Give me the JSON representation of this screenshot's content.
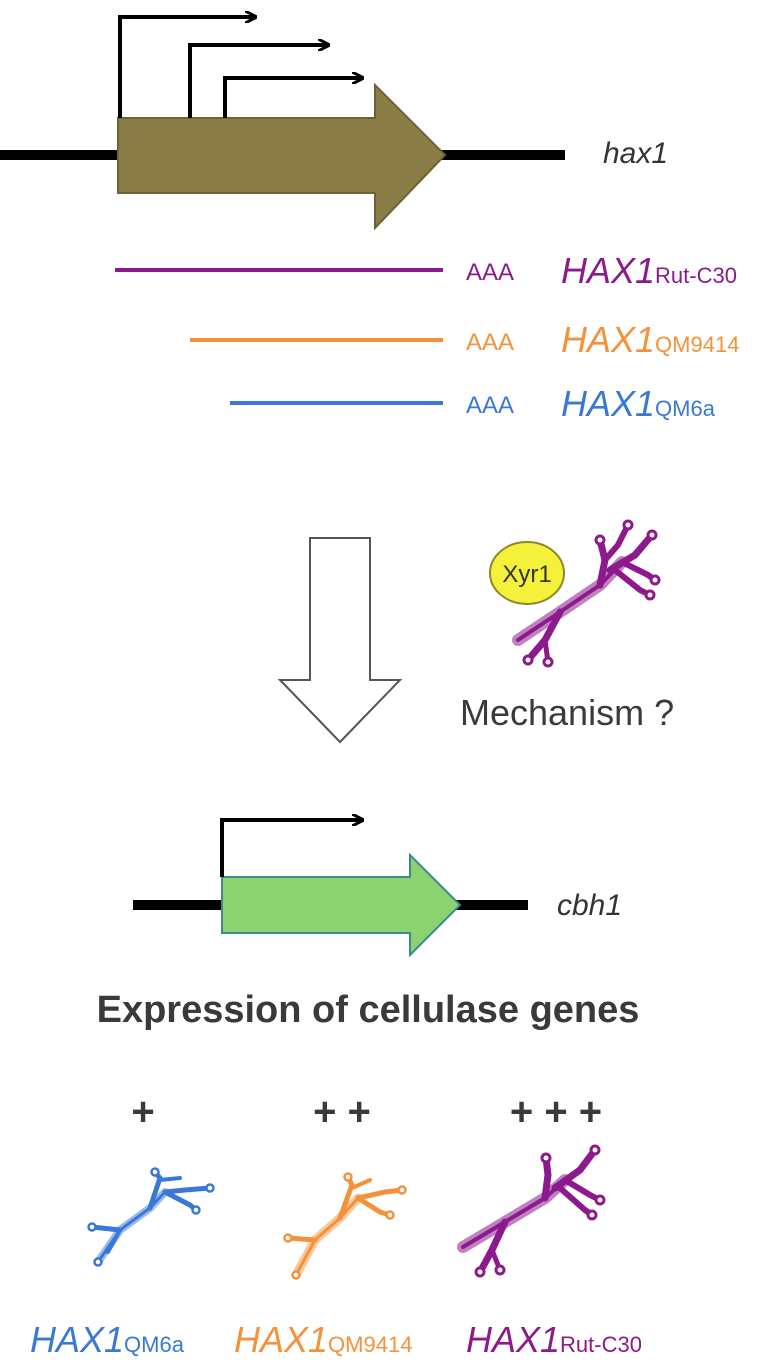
{
  "colors": {
    "rutc30": "#8c1a8c",
    "qm9414": "#f5913b",
    "qm6a": "#3a78d8",
    "hax1_arrow": "#8b7d48",
    "cbh1_arrow": "#8cd270",
    "xyr1_fill": "#f5f03a",
    "dark_text": "#3a3a3a"
  },
  "top_gene": {
    "label": "hax1"
  },
  "transcripts": [
    {
      "polyA": "AAA",
      "strain": "HAX1",
      "sub": "Rut-C30",
      "color_key": "rutc30"
    },
    {
      "polyA": "AAA",
      "strain": "HAX1",
      "sub": "QM9414",
      "color_key": "qm9414"
    },
    {
      "polyA": "AAA",
      "strain": "HAX1",
      "sub": "QM6a",
      "color_key": "qm6a"
    }
  ],
  "regulator": {
    "label": "Xyr1",
    "icon": "fungus-hyphae-icon"
  },
  "mechanism_text": "Mechanism ?",
  "bottom_gene": {
    "label": "cbh1"
  },
  "heading": "Expression of cellulase genes",
  "levels": [
    {
      "plus": "+",
      "strain": "HAX1",
      "sub": "QM6a",
      "color_key": "qm6a"
    },
    {
      "plus": "+ +",
      "strain": "HAX1",
      "sub": "QM9414",
      "color_key": "qm9414"
    },
    {
      "plus": "+ + +",
      "strain": "HAX1",
      "sub": "Rut-C30",
      "color_key": "rutc30"
    }
  ]
}
